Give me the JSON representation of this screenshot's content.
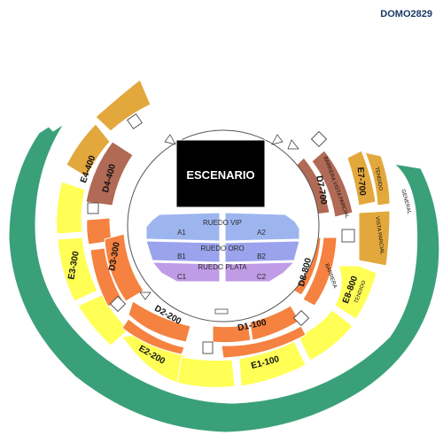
{
  "venue_code": "DOMO2829",
  "stage_label": "ESCENARIO",
  "colors": {
    "general": "#3aa07a",
    "tendido": "#e3a83c",
    "yellow": "#ffff55",
    "barrera": "#f58240",
    "brown": "#b06a55",
    "ruedo_vip": "#9db5ef",
    "ruedo_oro": "#9aa3ec",
    "ruedo_plata": "#c09be6",
    "stage": "#000000"
  },
  "sections": {
    "general": "GENERAL",
    "tendido": "TENDIDO",
    "vista_parcial": "VISTA PARCIAL",
    "barrera": "BARRERA",
    "barrera_vista_parcial": "BARRERA VISTA PARCIAL",
    "e4": "E4-400",
    "d4": "D4-400",
    "e7": "E7-700",
    "d7": "D7-700",
    "e3": "E3-300",
    "d3": "D3-300",
    "d8": "D8-800",
    "e8": "E8-800",
    "d2": "D2-200",
    "e2": "E2-200",
    "d1": "D1-100",
    "e1": "E1-100"
  },
  "ruedo": {
    "vip": "RUEDO VIP",
    "oro": "RUEDO ORO",
    "plata": "RUEDO PLATA",
    "a1": "A1",
    "a2": "A2",
    "b1": "B1",
    "b2": "B2",
    "c1": "C1",
    "c2": "C2"
  }
}
